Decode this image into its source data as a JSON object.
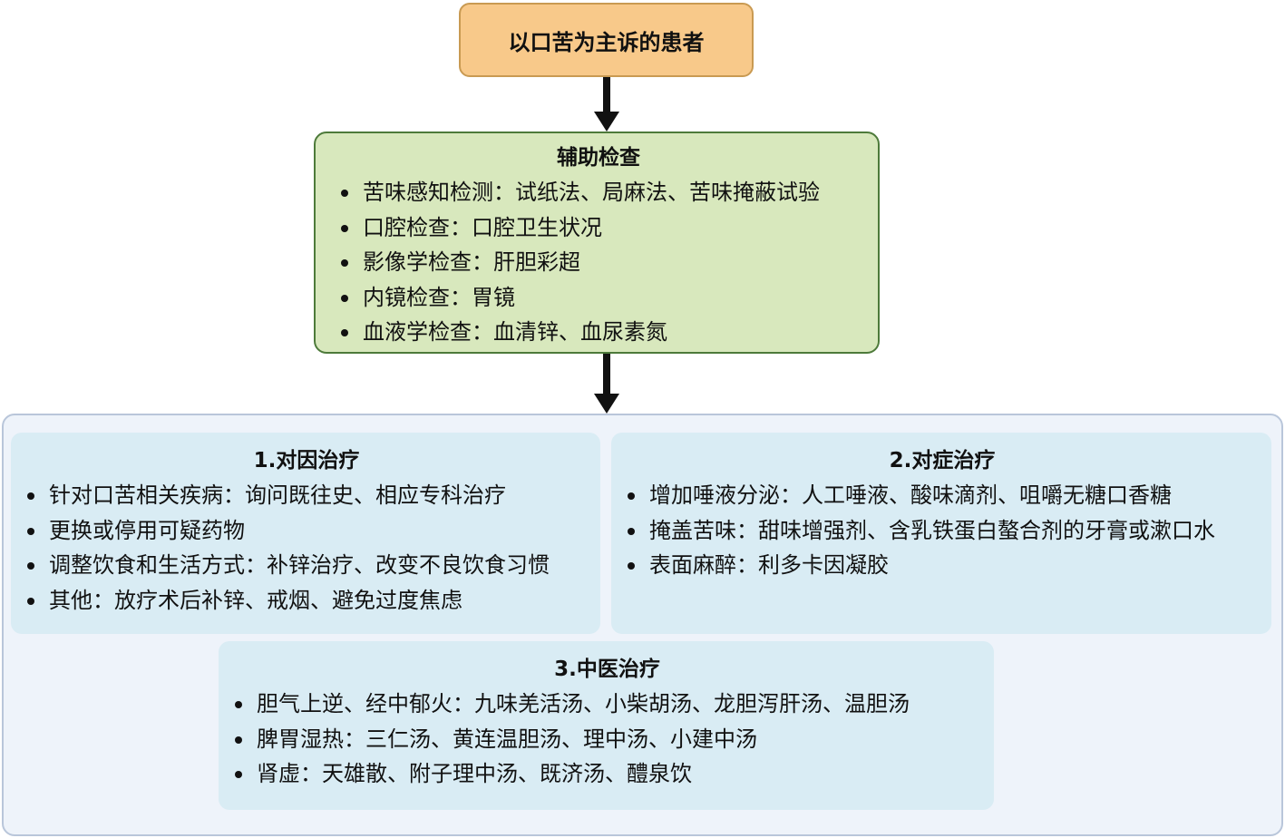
{
  "top": {
    "label": "以口苦为主诉的患者"
  },
  "exam": {
    "title": "辅助检查",
    "items": [
      "苦味感知检测：试纸法、局麻法、苦味掩蔽试验",
      "口腔检查：口腔卫生状况",
      "影像学检查：肝胆彩超",
      "内镜检查：胃镜",
      "血液学检查：血清锌、血尿素氮"
    ]
  },
  "treatments": [
    {
      "title": "1.对因治疗",
      "items": [
        "针对口苦相关疾病：询问既往史、相应专科治疗",
        "更换或停用可疑药物",
        "调整饮食和生活方式：补锌治疗、改变不良饮食习惯",
        "其他：放疗术后补锌、戒烟、避免过度焦虑"
      ]
    },
    {
      "title": "2.对症治疗",
      "items": [
        "增加唾液分泌：人工唾液、酸味滴剂、咀嚼无糖口香糖",
        "掩盖苦味：甜味增强剂、含乳铁蛋白螯合剂的牙膏或漱口水",
        "表面麻醉：利多卡因凝胶"
      ]
    },
    {
      "title": "3.中医治疗",
      "items": [
        "胆气上逆、经中郁火：九味羌活汤、小柴胡汤、龙胆泻肝汤、温胆汤",
        "脾胃湿热：三仁汤、黄连温胆汤、理中汤、小建中汤",
        "肾虚：天雄散、附子理中汤、既济汤、醴泉饮"
      ]
    }
  ]
}
